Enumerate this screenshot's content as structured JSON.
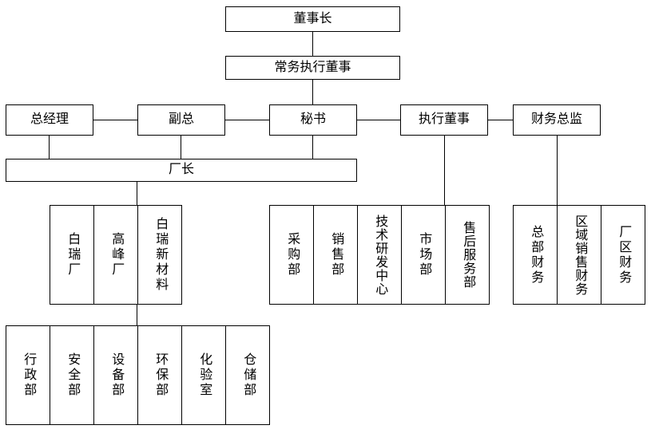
{
  "colors": {
    "background": "#ffffff",
    "border": "#000000",
    "text": "#000000"
  },
  "org_chart": {
    "top": {
      "chairman": "董事长",
      "managing_director": "常务执行董事"
    },
    "executive_row": {
      "general_manager": "总经理",
      "deputy_gm": "副总",
      "secretary": "秘书",
      "executive_director": "执行董事",
      "finance_director": "财务总监"
    },
    "factory_director": "厂长",
    "factory_group": {
      "bairui_factory": "白瑞厂",
      "gaofeng_factory": "高峰厂",
      "bairui_new_materials": "白瑞新材料"
    },
    "business_group": {
      "purchasing": "采购部",
      "sales": "销售部",
      "rd_center": "技术研发中心",
      "marketing": "市场部",
      "after_sales": "售后服务部"
    },
    "finance_group": {
      "hq_finance": "总部财务",
      "regional_sales_finance": "区域销售财务",
      "factory_finance": "厂区财务"
    },
    "factory_departments": {
      "admin": "行政部",
      "safety": "安全部",
      "equipment": "设备部",
      "environment": "环保部",
      "laboratory": "化验室",
      "warehouse": "仓储部"
    },
    "edges": [
      {
        "from": "chairman",
        "to": "managing_director"
      },
      {
        "from": "managing_director",
        "to": "secretary"
      },
      {
        "from": "general_manager",
        "to": "deputy_gm"
      },
      {
        "from": "deputy_gm",
        "to": "secretary"
      },
      {
        "from": "secretary",
        "to": "executive_director"
      },
      {
        "from": "executive_director",
        "to": "finance_director"
      },
      {
        "from": "general_manager",
        "to": "factory_director"
      },
      {
        "from": "deputy_gm",
        "to": "factory_director"
      },
      {
        "from": "secretary",
        "to": "factory_director"
      },
      {
        "from": "executive_director",
        "to": "business_group"
      },
      {
        "from": "finance_director",
        "to": "finance_group"
      },
      {
        "from": "factory_director",
        "to": "factory_group"
      },
      {
        "from": "factory_director",
        "to": "factory_departments"
      }
    ]
  }
}
